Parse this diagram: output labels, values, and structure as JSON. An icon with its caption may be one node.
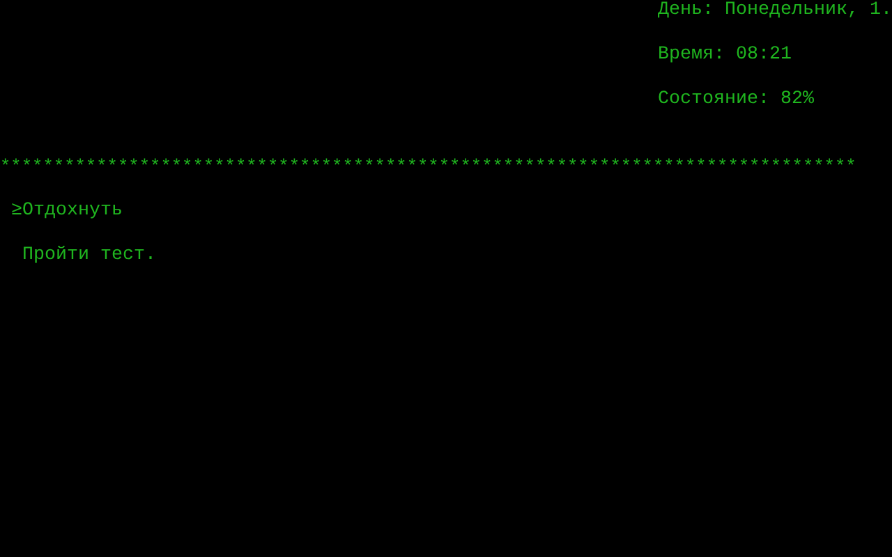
{
  "diagram": {
    "labels": [
      "День: Понедельник, 1.",
      "Время: 08:21",
      "Состояние: 82%",
      "********************************************************************************",
      "≥",
      "Отдохнуть",
      "Пройти тест."
    ]
  }
}
